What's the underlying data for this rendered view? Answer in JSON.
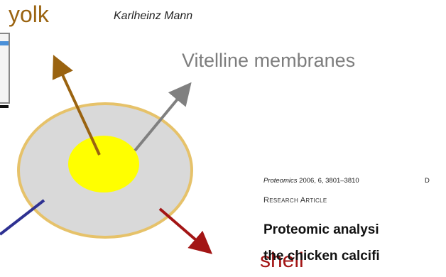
{
  "labels": {
    "yolk": "yolk",
    "author": "Karlheinz Mann",
    "vitelline": "Vitelline membranes",
    "shell": "shell"
  },
  "colors": {
    "yolk_fill": "#ffff00",
    "yolk_arrow": "#9a6310",
    "vitelline_arrow": "#808080",
    "shell_arrow": "#a31515",
    "white_arrow": "#2e3192",
    "egg_fill": "#d9d9d9",
    "egg_border": "#e6c26a"
  },
  "paper": {
    "journal": "Proteomics",
    "citation": "2006, 6, 3801–3810",
    "trailing": "D",
    "type": "Research Article",
    "title_line1": "Proteomic analysi",
    "title_line2": "the chicken calcifi"
  }
}
